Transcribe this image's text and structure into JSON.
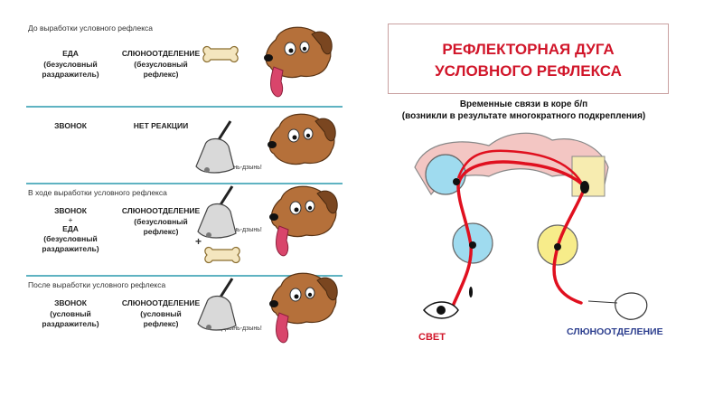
{
  "left": {
    "sections": [
      {
        "header": "До выработки условного рефлекса",
        "stimulus": {
          "line1": "ЕДА",
          "line2": "(безусловный",
          "line3": "раздражитель)"
        },
        "response": {
          "line1": "СЛЮНООТДЕЛЕНИЕ",
          "line2": "(безусловный",
          "line3": "рефлекс)"
        }
      },
      {
        "stimulus": {
          "line1": "ЗВОНОК"
        },
        "response": {
          "line1": "НЕТ РЕАКЦИИ"
        },
        "bell_text": "Дзынь-дзынь!"
      },
      {
        "header": "В ходе выработки условного рефлекса",
        "stimulus": {
          "line1": "ЗВОНОК",
          "plus": "+",
          "line2": "ЕДА",
          "line3": "(безусловный",
          "line4": "раздражитель)"
        },
        "response": {
          "line1": "СЛЮНООТДЕЛЕНИЕ",
          "line2": "(безусловный",
          "line3": "рефлекс)"
        },
        "bell_text": "Дзынь-дзынь!",
        "plus_sign": "+"
      },
      {
        "header": "После выработки условного рефлекса",
        "stimulus": {
          "line1": "ЗВОНОК",
          "line2": "(условный",
          "line3": "раздражитель)"
        },
        "response": {
          "line1": "СЛЮНООТДЕЛЕНИЕ",
          "line2": "(условный",
          "line3": "рефлекс)"
        },
        "bell_text": "Дзынь-дзынь!"
      }
    ]
  },
  "right": {
    "title_line1": "РЕФЛЕКТОРНАЯ ДУГА",
    "title_line2": "УСЛОВНОГО РЕФЛЕКСА",
    "subtitle_line1": "Временные связи в коре б/п",
    "subtitle_line2": "(возникли в результате многократного подкрепления)",
    "label_light": "СВЕТ",
    "label_salivation": "СЛЮНООТДЕЛЕНИЕ"
  },
  "colors": {
    "accent_red": "#d1162a",
    "divider": "#5fb3c2",
    "label_blue": "#2d3f8f",
    "dog_brown": "#b5703a",
    "tongue": "#d9456b"
  }
}
